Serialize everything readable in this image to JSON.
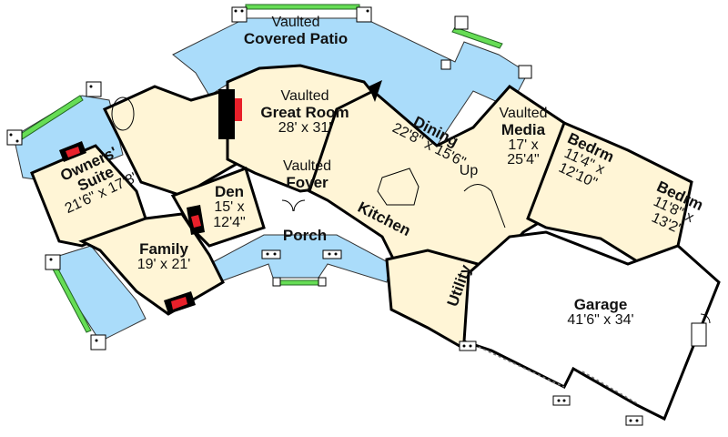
{
  "plan": {
    "colors": {
      "interior": "#fff5d6",
      "exterior": "#aadcfa",
      "wall": "#000000",
      "hearth": "#e8202a",
      "window_box": "#66dd55"
    },
    "rooms": {
      "covered_patio": {
        "line1": "Vaulted",
        "name": "Covered Patio"
      },
      "great_room": {
        "line1": "Vaulted",
        "name": "Great Room",
        "dims": "28' x 31'"
      },
      "foyer": {
        "line1": "Vaulted",
        "name": "Foyer"
      },
      "dining": {
        "name": "Dining",
        "dims": "22'8\" x 15'6\""
      },
      "stairs": {
        "label": "Up"
      },
      "media": {
        "line1": "Vaulted",
        "name": "Media",
        "dims_1": "17' x",
        "dims_2": "25'4\""
      },
      "bedroom1": {
        "name": "Bedrm",
        "dims_1": "11'4\" x",
        "dims_2": "12'10\""
      },
      "bedroom2": {
        "name": "Bedrm",
        "dims_1": "11'8\" x",
        "dims_2": "13'2\""
      },
      "owners_suite": {
        "name_1": "Owners'",
        "name_2": "Suite",
        "dims": "21'6\" x 17'8\""
      },
      "den": {
        "name": "Den",
        "dims_1": "15' x",
        "dims_2": "12'4\""
      },
      "family": {
        "name": "Family",
        "dims": "19' x 21'"
      },
      "porch": {
        "name": "Porch"
      },
      "kitchen": {
        "name": "Kitchen"
      },
      "utility": {
        "name": "Utility"
      },
      "garage": {
        "name": "Garage",
        "dims": "41'6\" x 34'"
      }
    }
  }
}
